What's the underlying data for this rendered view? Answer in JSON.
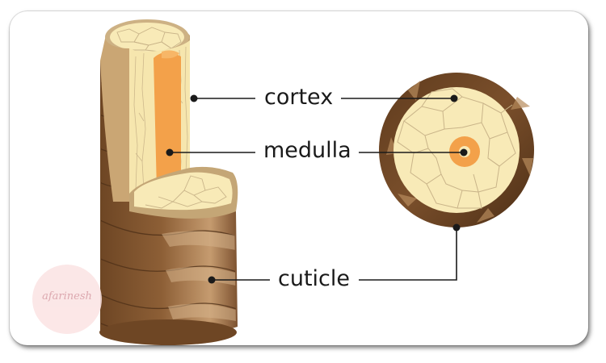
{
  "labels": {
    "cortex": "cortex",
    "medulla": "medulla",
    "cuticle": "cuticle"
  },
  "watermark": {
    "brand": "afarinesh"
  },
  "colors": {
    "cuticle_dark": "#6e4624",
    "cuticle_mid": "#8d5f36",
    "cuticle_light": "#c59b6f",
    "cortex_fill": "#f8eab7",
    "cortex_lines": "#c9b489",
    "medulla": "#f3a14a",
    "leader_line": "#1a1a1a"
  }
}
